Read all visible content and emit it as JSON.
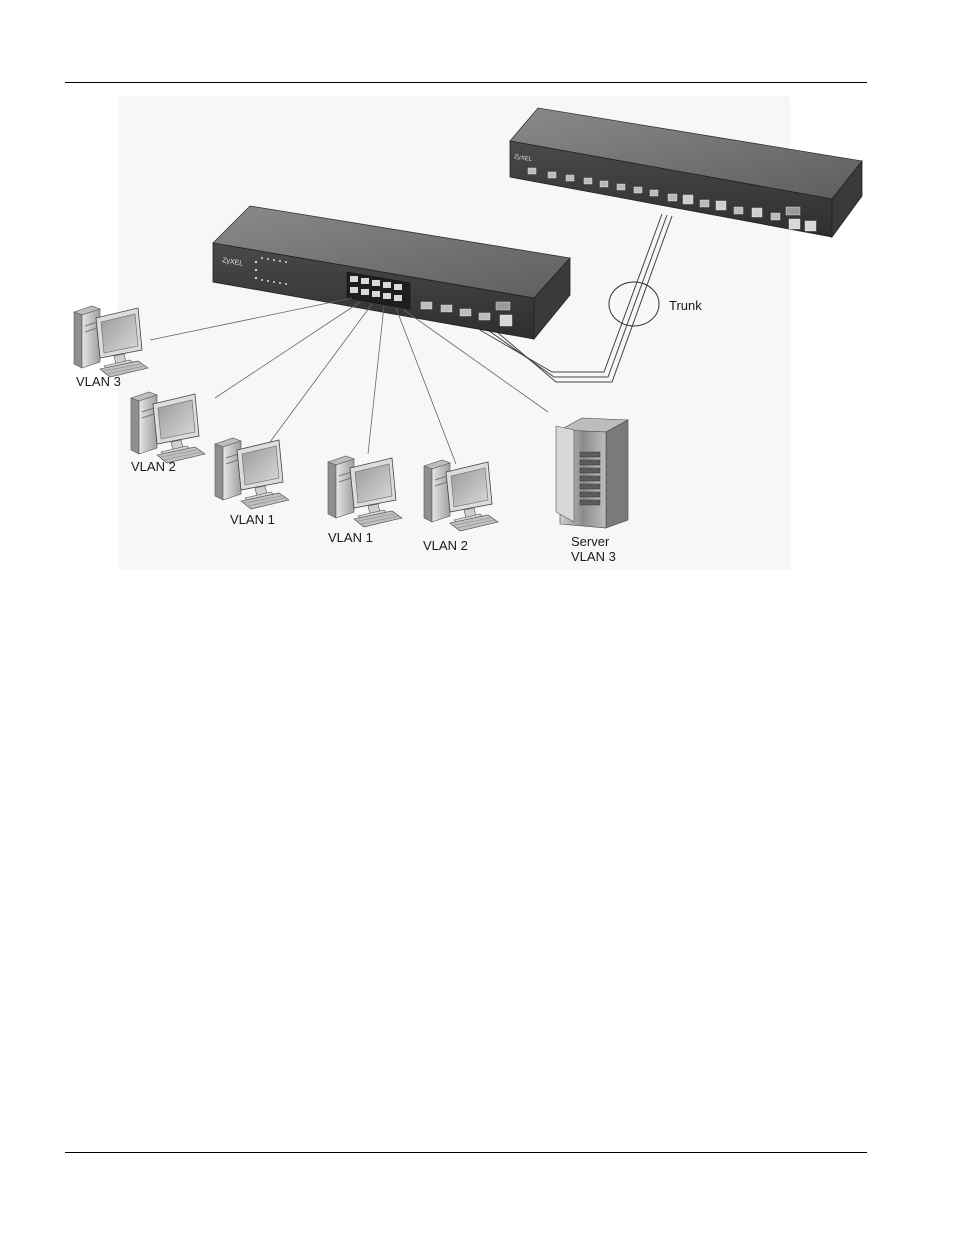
{
  "diagram": {
    "labels": {
      "pc1": "VLAN 3",
      "pc2": "VLAN 2",
      "pc3": "VLAN 1",
      "pc4": "VLAN 1",
      "pc5": "VLAN 2",
      "server_line1": "Server",
      "server_line2": "VLAN 3",
      "trunk": "Trunk"
    },
    "devices": {
      "switch1_brand": "ZyXEL",
      "switch2_brand": "ZyXEL"
    }
  }
}
